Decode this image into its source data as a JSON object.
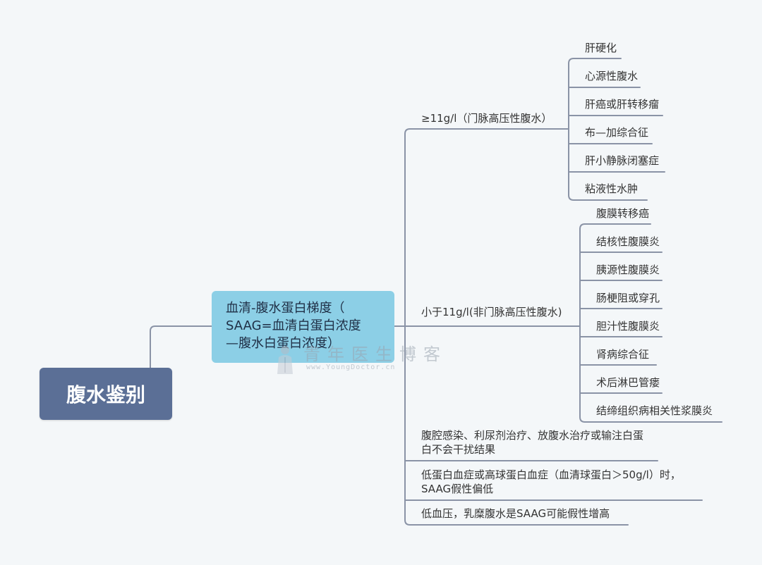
{
  "root": {
    "label": "腹水鉴别"
  },
  "main": {
    "lines": [
      "血清-腹水蛋白梯度（",
      "SAAG=血清白蛋白浓度",
      "—腹水白蛋白浓度）"
    ]
  },
  "branches": {
    "high": {
      "label": "≥11g/l（门脉高压性腹水）",
      "items": [
        "肝硬化",
        "心源性腹水",
        "肝癌或肝转移瘤",
        "布—加综合征",
        "肝小静脉闭塞症",
        "粘液性水肿"
      ]
    },
    "low": {
      "label": "小于11g/l(非门脉高压性腹水)",
      "items": [
        "腹膜转移癌",
        "结核性腹膜炎",
        "胰源性腹膜炎",
        "肠梗阻或穿孔",
        "胆汁性腹膜炎",
        "肾病综合征",
        "术后淋巴管瘘",
        "结缔组织病相关性浆膜炎"
      ]
    },
    "note1": [
      "腹腔感染、利尿剂治疗、放腹水治疗或输注白蛋",
      "白不会干扰结果"
    ],
    "note2": [
      "低蛋白血症或高球蛋白血症（血清球蛋白＞50g/l）时，",
      "SAAG假性偏低"
    ],
    "note3": "低血压，乳糜腹水是SAAG可能假性增高"
  },
  "watermark": {
    "cn": "青年医生博客",
    "en": "www.YoungDoctor.cn"
  },
  "colors": {
    "line": "#8a93a6",
    "root_bg": "#5b6f96",
    "main_bg": "#8ccfe6",
    "background": "#f4f7f9"
  }
}
